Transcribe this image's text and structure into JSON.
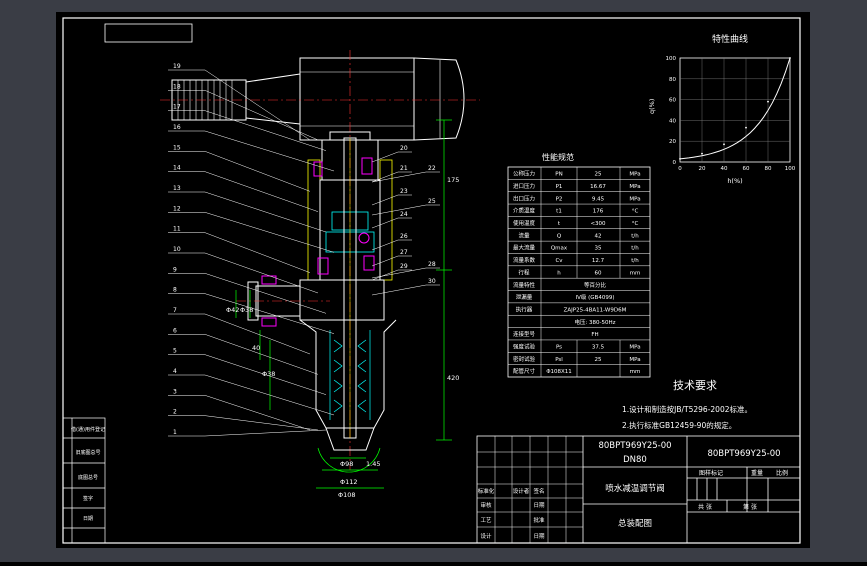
{
  "drawing": {
    "title_code": "80BPT969Y25-00",
    "title_code_2": "80BPT969Y25-00",
    "dn": "DN80",
    "product_name": "喷水减温调节阀",
    "drawing_type": "总装配图"
  },
  "curve": {
    "title": "特性曲线",
    "ylabel": "q(%)",
    "xlabel": "h(%)",
    "y_ticks": [
      "100",
      "80",
      "60",
      "40",
      "20",
      "0"
    ],
    "x_ticks": [
      "0",
      "20",
      "40",
      "60",
      "80",
      "100"
    ]
  },
  "chart_data": {
    "type": "line",
    "title": "特性曲线",
    "xlabel": "h(%)",
    "ylabel": "q(%)",
    "xlim": [
      0,
      100
    ],
    "ylim": [
      0,
      100
    ],
    "series": [
      {
        "x": [
          0,
          20,
          40,
          60,
          80,
          100
        ],
        "y": [
          3,
          8,
          17,
          33,
          58,
          100
        ]
      }
    ]
  },
  "spec": {
    "title": "性能规范",
    "rows": [
      [
        "公称压力",
        "PN",
        "25",
        "MPa"
      ],
      [
        "进口压力",
        "P1",
        "16.67",
        "MPa"
      ],
      [
        "出口压力",
        "P2",
        "9.45",
        "MPa"
      ],
      [
        "介质温度",
        "t1",
        "176",
        "°C"
      ],
      [
        "使用温度",
        "t",
        "<300",
        "°C"
      ],
      [
        "流量",
        "Q",
        "42",
        "t/h"
      ],
      [
        "最大流量",
        "Qmax",
        "35",
        "t/h"
      ],
      [
        "流量系数",
        "Cv",
        "12.7",
        "t/h"
      ],
      [
        "行程",
        "h",
        "60",
        "mm"
      ],
      [
        "流量特性",
        "等百分比",
        "",
        ""
      ],
      [
        "泄漏量",
        "IV级 (GB4099)",
        "",
        ""
      ],
      [
        "执行器",
        "ZAJP25-4BA11-W9D6M",
        "",
        ""
      ],
      [
        "",
        "电压: 380-50Hz",
        "",
        ""
      ],
      [
        "连接型号",
        "FH",
        "",
        ""
      ],
      [
        "强度试验",
        "Ps",
        "37.5",
        "MPa"
      ],
      [
        "密封试验",
        "Psl",
        "25",
        "MPa"
      ],
      [
        "配管尺寸",
        "Φ108X11",
        "",
        "mm"
      ]
    ]
  },
  "requirements": {
    "title": "技术要求",
    "items": [
      "1.设计和制造按JB/T5296-2002标准。",
      "2.执行标准GB12459-90的规定。"
    ]
  },
  "title_block": {
    "r1": [
      "标准化",
      "设计者",
      "签名"
    ],
    "r2": [
      "审核",
      "",
      "日期"
    ],
    "r3": [
      "工艺",
      "",
      "批准"
    ],
    "r4": [
      "设计",
      "",
      "日期"
    ],
    "right_header": [
      "图样标记",
      "重量",
      "比例"
    ],
    "right_sub": [
      "共 张",
      "第 张"
    ]
  },
  "side_block": {
    "rows": [
      "借(通)用件登记",
      "旧底图总号",
      "底图总号",
      "签字",
      "日期"
    ]
  },
  "balloons": {
    "left": [
      "19",
      "18",
      "17",
      "16",
      "15",
      "14",
      "13",
      "12",
      "11",
      "10",
      "9",
      "8",
      "7",
      "6",
      "5",
      "4",
      "3",
      "2",
      "1"
    ],
    "right": [
      "20",
      "21",
      "22",
      "23",
      "24",
      "25",
      "26",
      "27",
      "28",
      "29",
      "30"
    ]
  },
  "dims": {
    "d1": "Φ108",
    "d2": "Φ98",
    "d3": "Φ42",
    "d4": "Φ112",
    "d5": "Φ38",
    "d6": "1.45",
    "v1": "420",
    "v2": "175",
    "v3": "40",
    "v4": "Φ38"
  }
}
